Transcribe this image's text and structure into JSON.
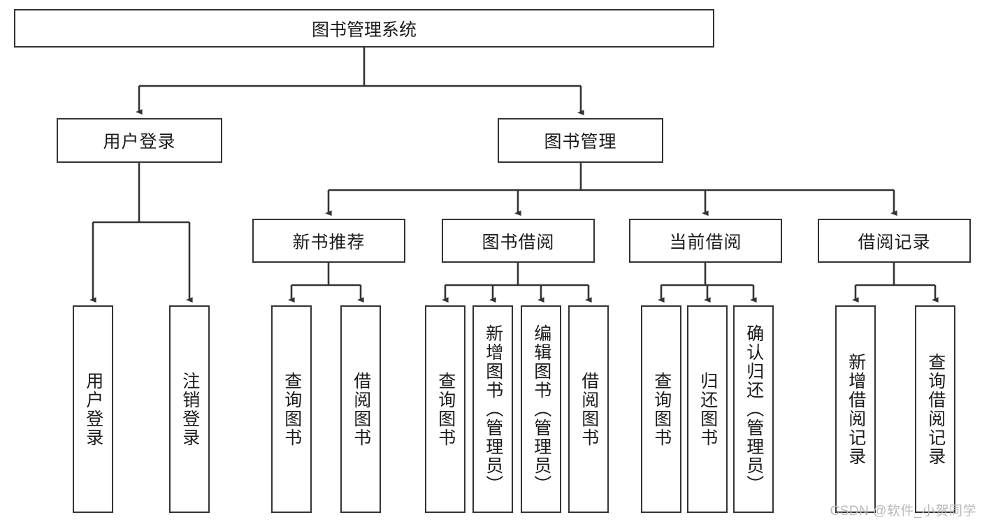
{
  "diagram": {
    "title": "图书管理系统",
    "type": "hierarchy-tree",
    "watermark": "CSDN @软件_小贺同学",
    "colors": {
      "box_border": "#333333",
      "box_fill": "#ffffff",
      "connector": "#333333",
      "text": "#1a1a1a",
      "watermark": "#b8b8b8"
    },
    "root": {
      "label": "图书管理系统"
    },
    "level2": [
      {
        "id": "user-login",
        "label": "用户登录"
      },
      {
        "id": "book-manage",
        "label": "图书管理"
      }
    ],
    "level3": [
      {
        "id": "new-book-recommend",
        "label": "新书推荐"
      },
      {
        "id": "book-borrow",
        "label": "图书借阅"
      },
      {
        "id": "current-borrow",
        "label": "当前借阅"
      },
      {
        "id": "borrow-record",
        "label": "借阅记录"
      }
    ],
    "leaves": {
      "user-login": [
        {
          "id": "leaf-user-login",
          "label": "用户登录"
        },
        {
          "id": "leaf-user-logout",
          "label": "注销登录"
        }
      ],
      "new-book-recommend": [
        {
          "id": "leaf-query-book-1",
          "label": "查询图书"
        },
        {
          "id": "leaf-borrow-book-1",
          "label": "借阅图书"
        }
      ],
      "book-borrow": [
        {
          "id": "leaf-query-book-2",
          "label": "查询图书"
        },
        {
          "id": "leaf-add-book",
          "label": "新增图书（管理员）"
        },
        {
          "id": "leaf-edit-book",
          "label": "编辑图书（管理员）"
        },
        {
          "id": "leaf-borrow-book-2",
          "label": "借阅图书"
        }
      ],
      "current-borrow": [
        {
          "id": "leaf-query-book-3",
          "label": "查询图书"
        },
        {
          "id": "leaf-return-book",
          "label": "归还图书"
        },
        {
          "id": "leaf-confirm-return",
          "label": "确认归还（管理员）"
        }
      ],
      "borrow-record": [
        {
          "id": "leaf-add-record",
          "label": "新增借阅记录"
        },
        {
          "id": "leaf-query-record",
          "label": "查询借阅记录"
        }
      ]
    }
  }
}
